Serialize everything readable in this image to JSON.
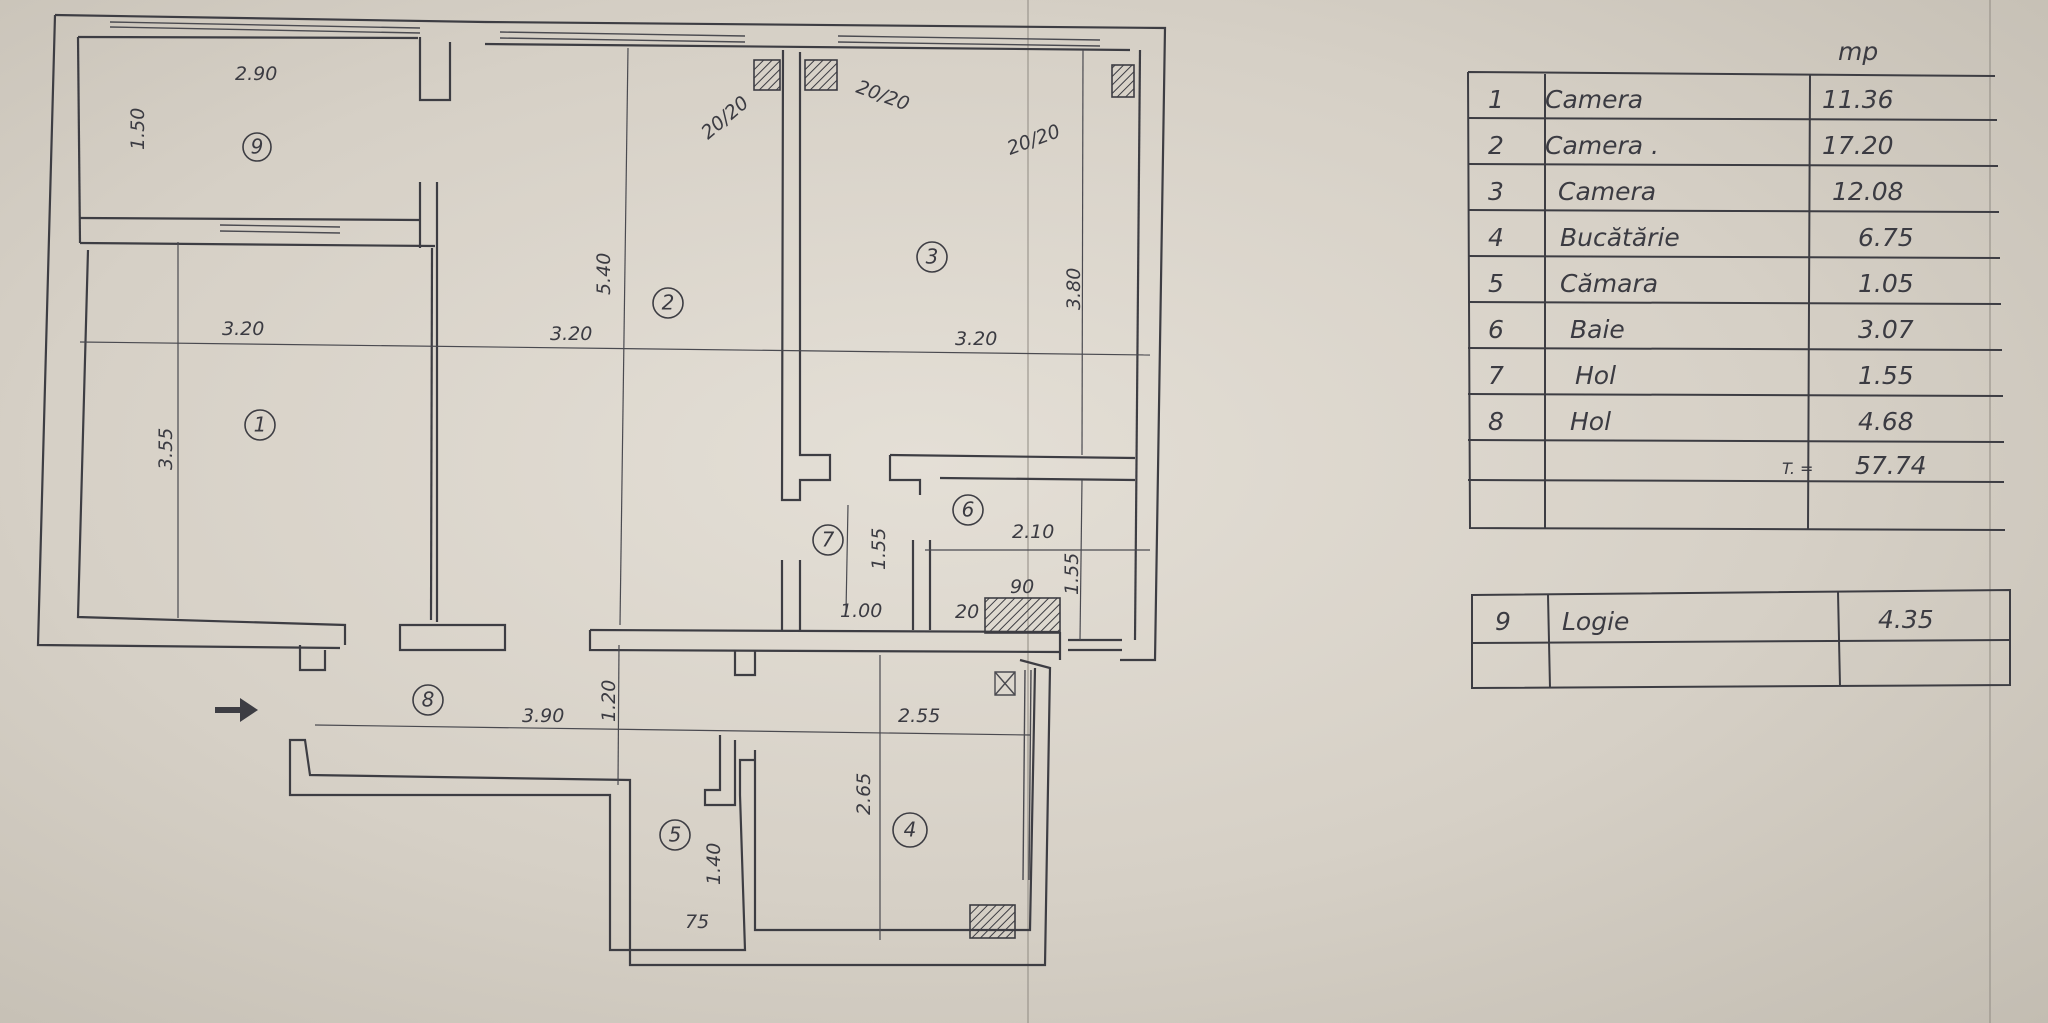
{
  "plan": {
    "rooms": [
      {
        "no": "1"
      },
      {
        "no": "2"
      },
      {
        "no": "3"
      },
      {
        "no": "4"
      },
      {
        "no": "5"
      },
      {
        "no": "6"
      },
      {
        "no": "7"
      },
      {
        "no": "8"
      },
      {
        "no": "9"
      }
    ],
    "dimensions": {
      "d_290": "2.90",
      "d_150": "1.50",
      "d_320a": "3.20",
      "d_320b": "3.20",
      "d_320c": "3.20",
      "d_355": "3.55",
      "d_540": "5.40",
      "d_380": "3.80",
      "d_2020a": "20/20",
      "d_2020b": "20/20",
      "d_2020c": "20/20",
      "d_155a": "1.55",
      "d_210": "2.10",
      "d_155b": "1.55",
      "d_90": "90",
      "d_20": "20",
      "d_100": "1.00",
      "d_120": "1.20",
      "d_390": "3.90",
      "d_255": "2.55",
      "d_265": "2.65",
      "d_140": "1.40",
      "d_75": "75"
    }
  },
  "table": {
    "unit": "mp",
    "rows": [
      {
        "no": "1",
        "name": "Camera",
        "area": "11.36"
      },
      {
        "no": "2",
        "name": "Camera .",
        "area": "17.20"
      },
      {
        "no": "3",
        "name": "Camera",
        "area": "12.08"
      },
      {
        "no": "4",
        "name": "Bucătărie",
        "area": "6.75"
      },
      {
        "no": "5",
        "name": "Cămara",
        "area": "1.05"
      },
      {
        "no": "6",
        "name": "Baie",
        "area": "3.07"
      },
      {
        "no": "7",
        "name": "Hol",
        "area": "1.55"
      },
      {
        "no": "8",
        "name": "Hol",
        "area": "4.68"
      }
    ],
    "total_label": "T. =",
    "total_value": "57.74"
  },
  "table2": {
    "rows": [
      {
        "no": "9",
        "name": "Logie",
        "area": "4.35"
      }
    ]
  }
}
